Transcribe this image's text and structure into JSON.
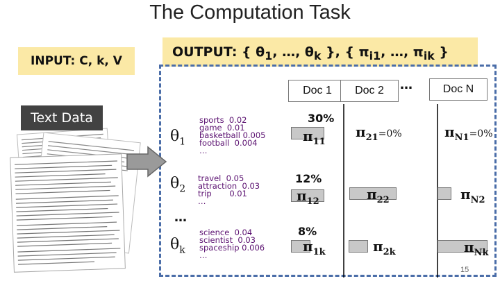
{
  "title": "The Computation Task",
  "input_label": "INPUT:  C, k, V",
  "output_label": "OUTPUT: { θ1, …, θk }, { πi1, …, πik }",
  "output": {
    "prefix": "OUTPUT: { ",
    "t1": "θ",
    "s1": "1",
    "mid1": ", …, ",
    "tk": "θ",
    "sk": "k",
    "mid2": " }, { ",
    "p1": "π",
    "ps1": "i1",
    "mid3": ", …, ",
    "pk": "π",
    "psk": "ik",
    "suffix": " }"
  },
  "text_data_label": "Text Data",
  "docs": [
    "Doc 1",
    "Doc 2",
    "Doc N"
  ],
  "ellipsis": "…",
  "topics": [
    {
      "symbol": "θ",
      "sub": "1",
      "words": [
        "sports  0.02",
        "game  0.01",
        "basketball 0.005",
        "football  0.004",
        "…"
      ]
    },
    {
      "symbol": "θ",
      "sub": "2",
      "words": [
        "travel  0.05",
        "attraction  0.03",
        "trip       0.01",
        "…"
      ]
    },
    {
      "symbol": "θ",
      "sub": "k",
      "words": [
        "science  0.04",
        "scientist  0.03",
        "spaceship 0.006",
        "…"
      ]
    }
  ],
  "cells": {
    "r1": {
      "pct": "30%",
      "c1": {
        "sym": "π",
        "sub": "11"
      },
      "c2": {
        "sym": "π",
        "sub": "21",
        "suffix": "=0%"
      },
      "c3": {
        "sym": "π",
        "sub": "N1",
        "suffix": "=0%"
      }
    },
    "r2": {
      "pct": "12%",
      "c1": {
        "sym": "π",
        "sub": "12"
      },
      "c2": {
        "sym": "π",
        "sub": "22"
      },
      "c3": {
        "sym": "π",
        "sub": "N2"
      }
    },
    "r3": {
      "pct": "8%",
      "c1": {
        "sym": "π",
        "sub": "1k"
      },
      "c2": {
        "sym": "π",
        "sub": "2k"
      },
      "c3": {
        "sym": "π",
        "sub": "Nk"
      }
    }
  },
  "page_number": "15",
  "colors": {
    "highlight": "#fbe9a6",
    "dashed_border": "#4a6da8",
    "word_color": "#5a1070",
    "arrow_fill": "#9a9a9a"
  }
}
